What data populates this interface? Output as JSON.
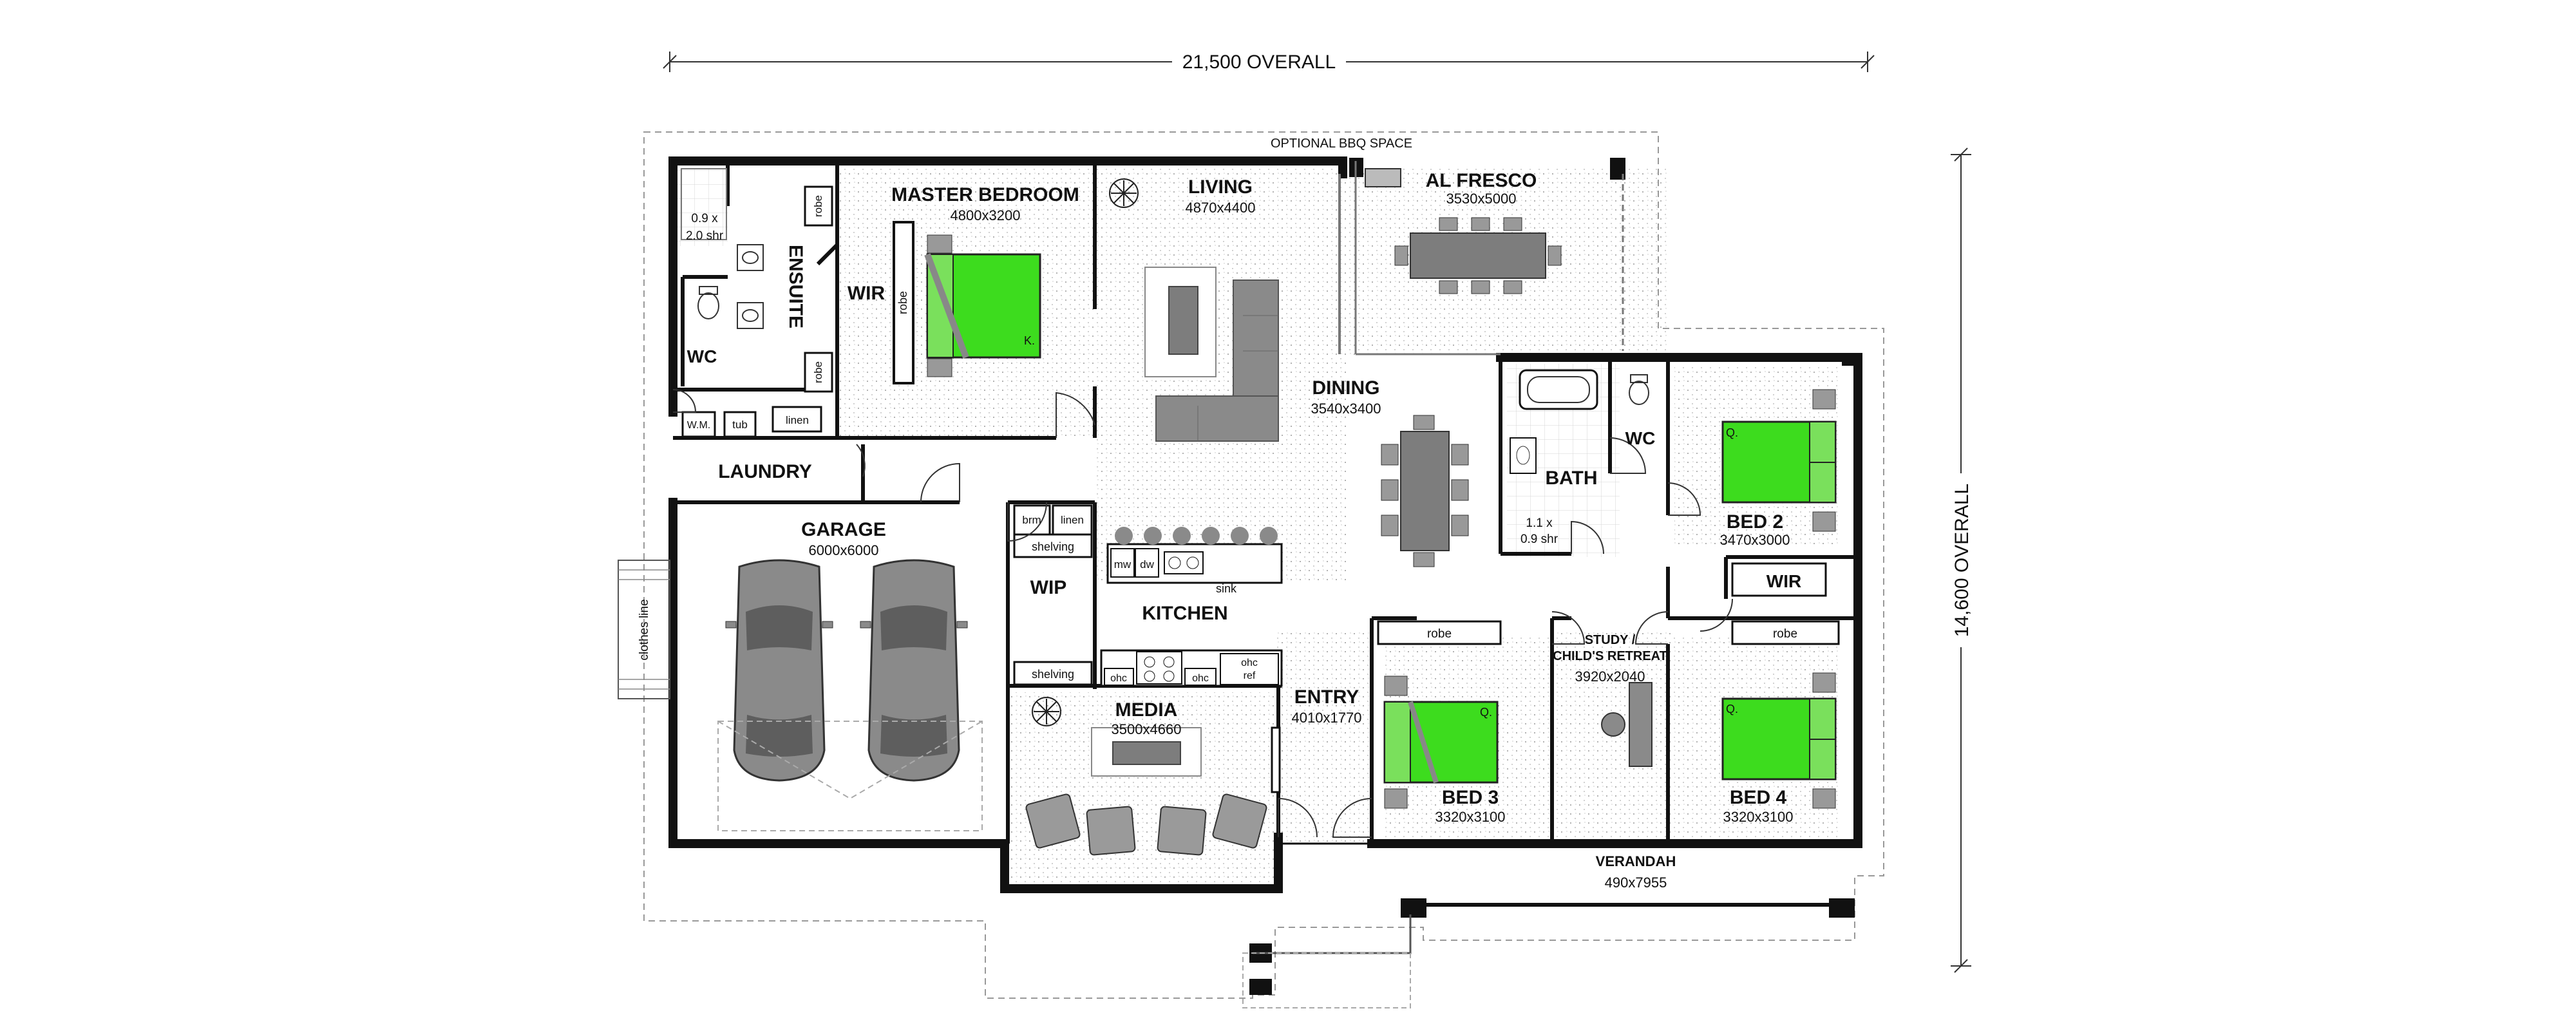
{
  "overall": {
    "width_text": "21,500 OVERALL",
    "height_text": "14,600 OVERALL"
  },
  "rooms": {
    "master_bedroom": {
      "name": "MASTER BEDROOM",
      "size": "4800x3200"
    },
    "living": {
      "name": "LIVING",
      "size": "4870x4400"
    },
    "al_fresco": {
      "name": "AL FRESCO",
      "size": "3530x5000"
    },
    "dining": {
      "name": "DINING",
      "size": "3540x3400"
    },
    "garage": {
      "name": "GARAGE",
      "size": "6000x6000"
    },
    "kitchen": {
      "name": "KITCHEN"
    },
    "wip": {
      "name": "WIP"
    },
    "media": {
      "name": "MEDIA",
      "size": "3500x4660"
    },
    "entry": {
      "name": "ENTRY",
      "size": "4010x1770"
    },
    "bed2": {
      "name": "BED 2",
      "size": "3470x3000"
    },
    "bed3": {
      "name": "BED 3",
      "size": "3320x3100"
    },
    "bed4": {
      "name": "BED 4",
      "size": "3320x3100"
    },
    "study": {
      "name_line1": "STUDY /",
      "name_line2": "CHILD'S RETREAT",
      "size": "3920x2040"
    },
    "verandah": {
      "name": "VERANDAH",
      "size": "490x7955"
    },
    "bath": {
      "name": "BATH"
    },
    "laundry": {
      "name": "LAUNDRY"
    },
    "ensuite": {
      "name": "ENSUITE"
    },
    "wir_master": {
      "name": "WIR"
    },
    "wir_bed2": {
      "name": "WIR"
    },
    "wc_ensuite": {
      "name": "WC"
    },
    "wc_bath": {
      "name": "WC"
    }
  },
  "fixtures": {
    "optional_bbq": "OPTIONAL BBQ SPACE",
    "clothes_line": "clothes line",
    "ensuite_shower_line1": "0.9 x",
    "ensuite_shower_line2": "2.0 shr",
    "bath_shower_line1": "1.1 x",
    "bath_shower_line2": "0.9 shr",
    "robe": "robe",
    "linen": "linen",
    "brm": "brm",
    "shelving": "shelving",
    "mw": "mw",
    "dw": "dw",
    "sink": "sink",
    "ohc": "ohc",
    "ohc_ref_line1": "ohc",
    "ohc_ref_line2": "ref",
    "wm": "W.M.",
    "tub": "tub",
    "bed_king": "K.",
    "bed_queen": "Q."
  },
  "colors": {
    "bed_fill": "#3ddc1e",
    "furniture": "#8a8a8a",
    "wall": "#111111"
  }
}
